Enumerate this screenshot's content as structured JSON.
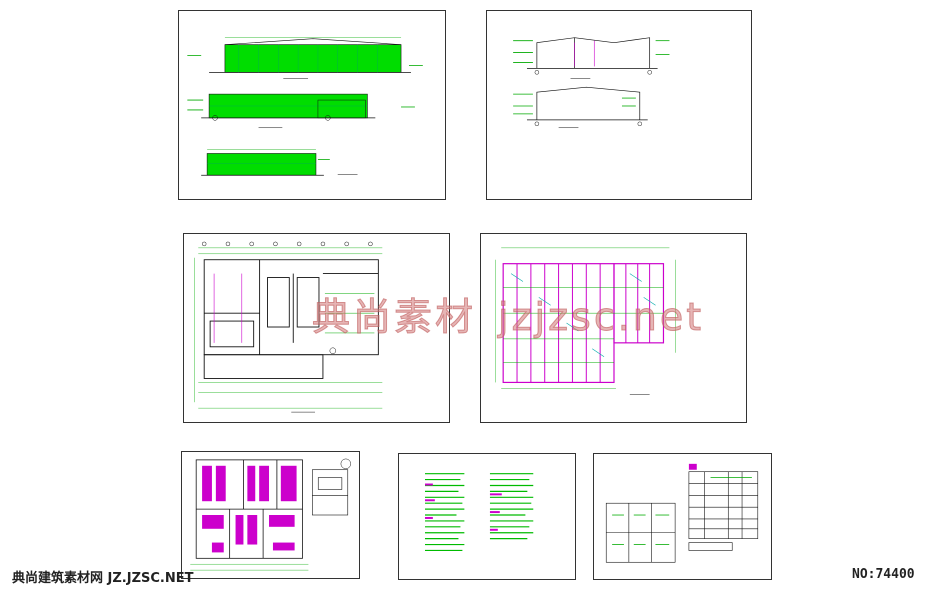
{
  "watermark": {
    "cn": "典尚素材",
    "url": "jzjzsc.net"
  },
  "footer": {
    "site": "典尚建筑素材网 JZ.JZSC.NET",
    "number": "NO:74400"
  },
  "colors": {
    "cad_green": "#00d400",
    "cad_magenta": "#cc00cc",
    "sheet_border": "#333333",
    "watermark": "#d27878"
  }
}
